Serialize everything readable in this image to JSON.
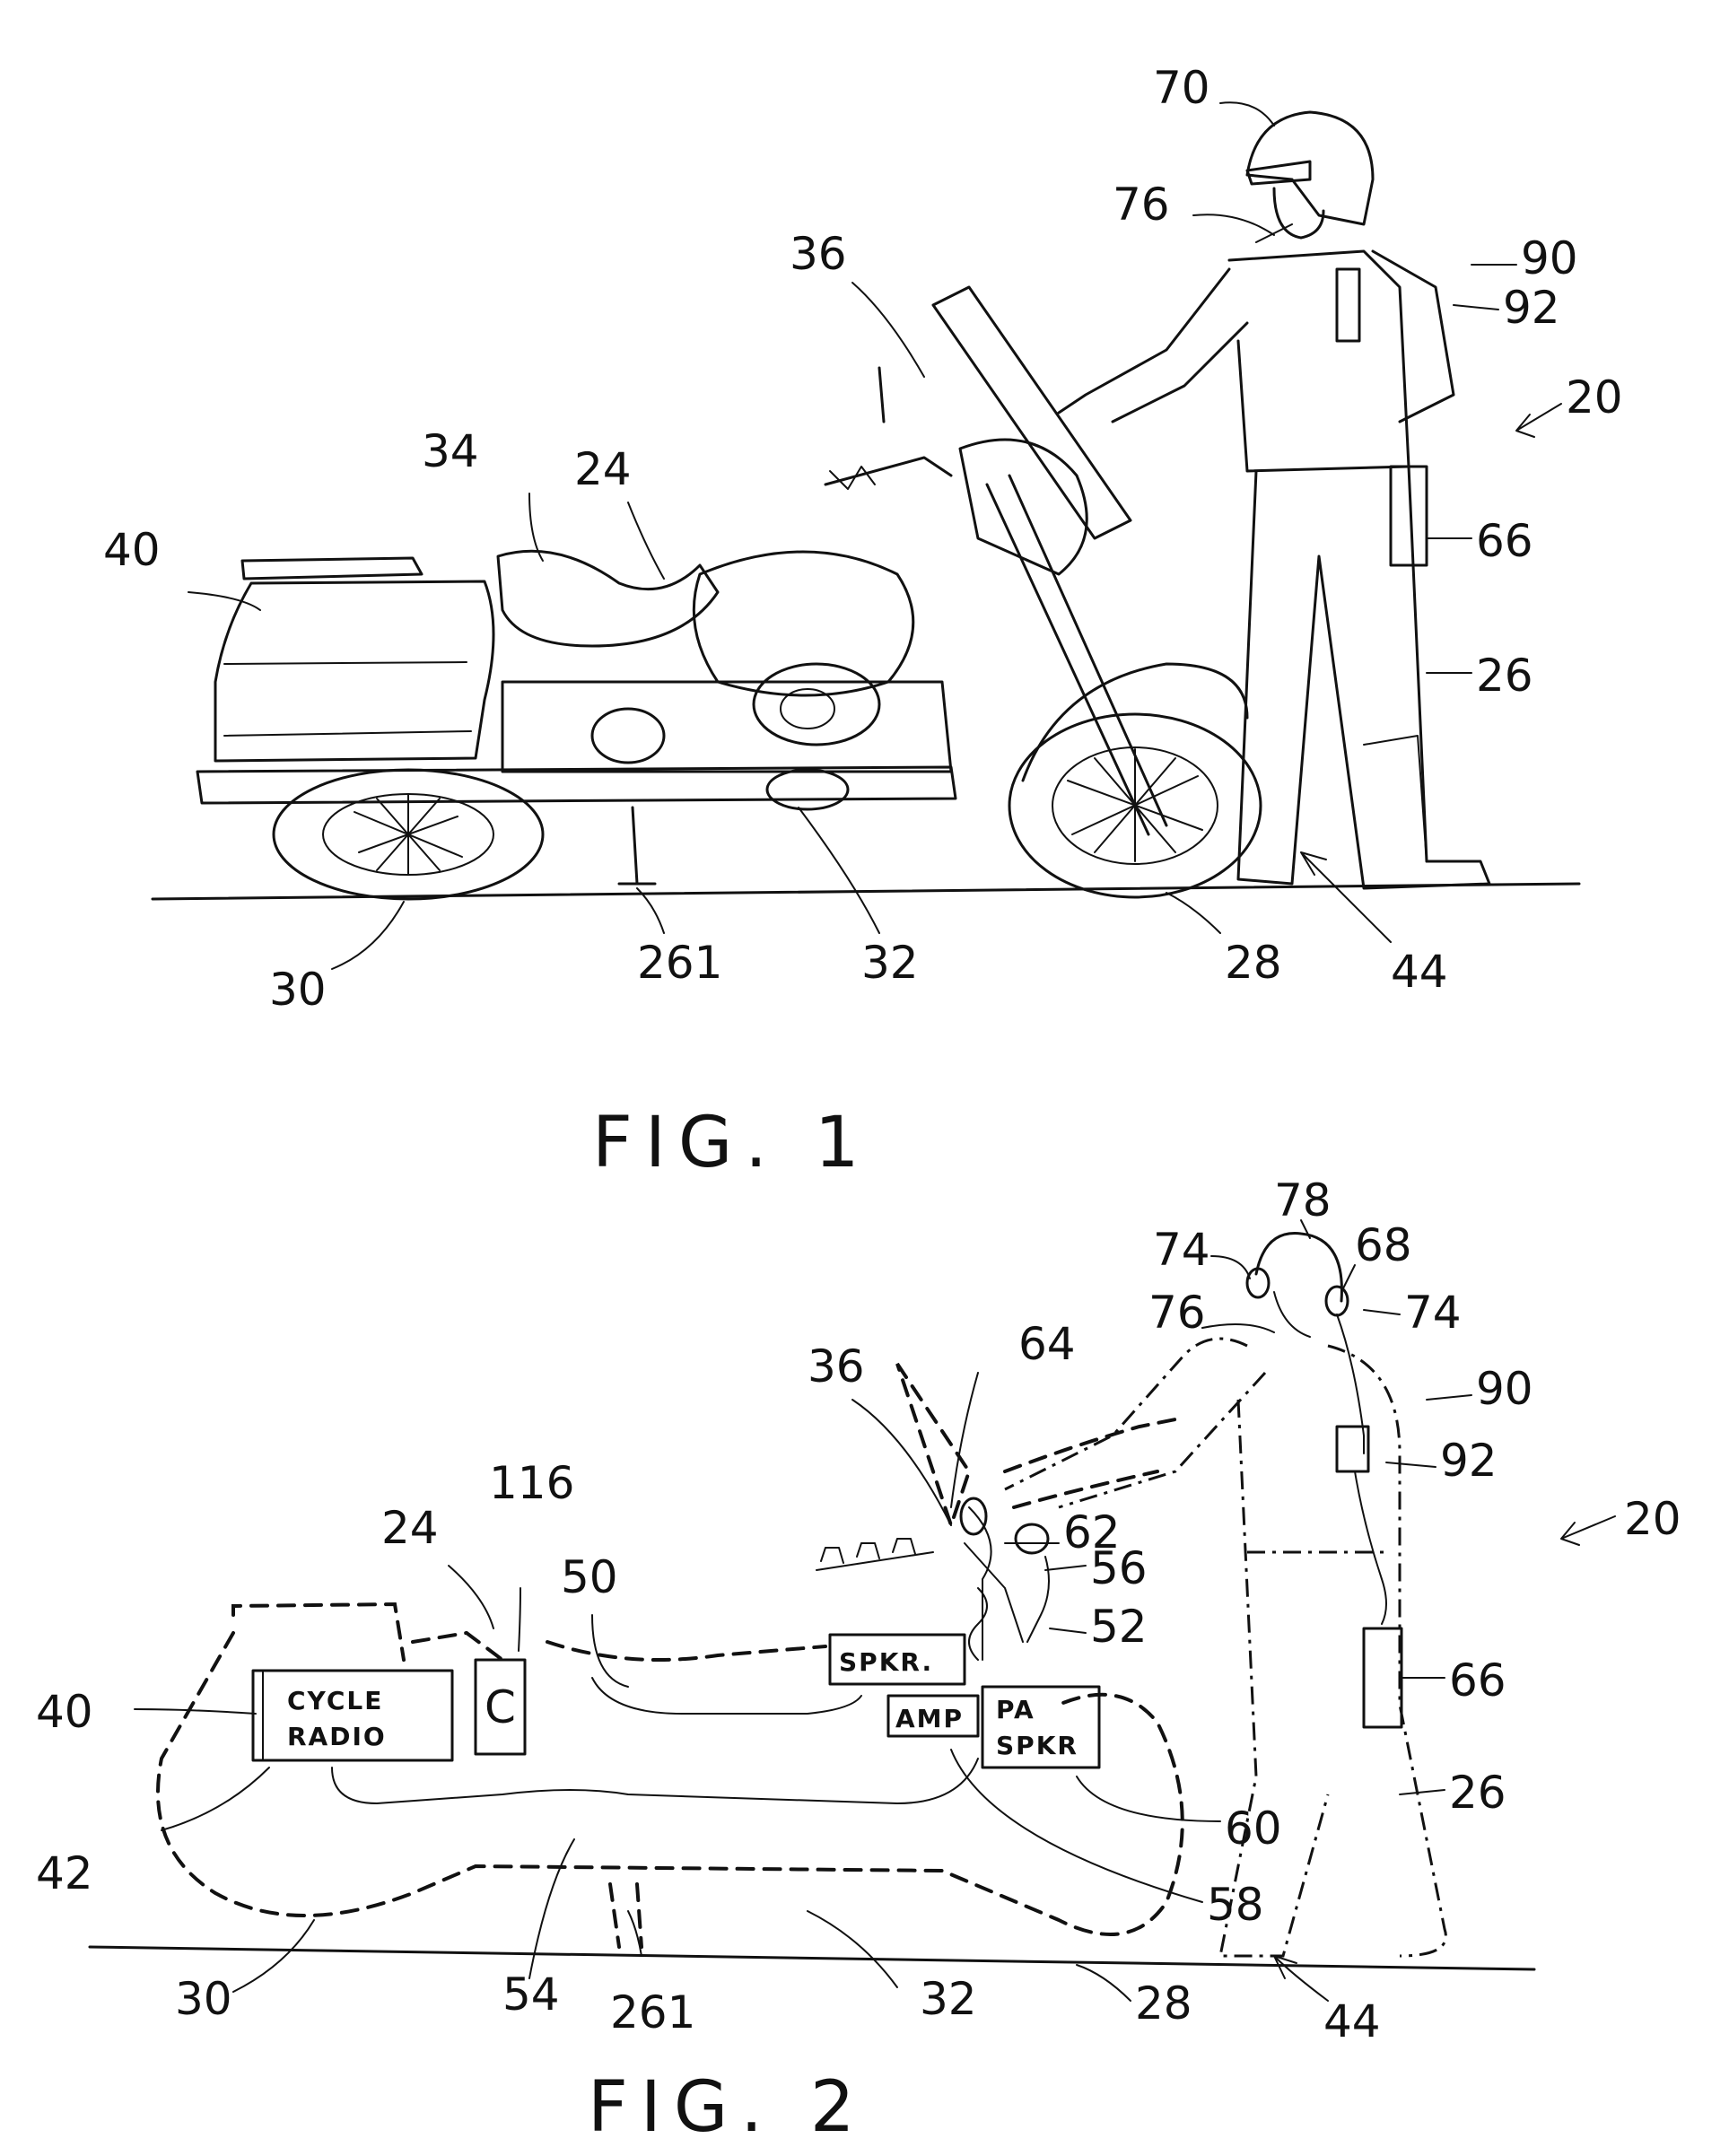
{
  "figures": [
    {
      "caption": "FIG. 1"
    },
    {
      "caption": "FIG. 2"
    }
  ],
  "fig1_refs": {
    "r70": "70",
    "r76": "76",
    "r36": "36",
    "r90": "90",
    "r92": "92",
    "r20": "20",
    "r34": "34",
    "r24": "24",
    "r40": "40",
    "r66": "66",
    "r26": "26",
    "r30": "30",
    "r261": "261",
    "r32": "32",
    "r28": "28",
    "r44": "44"
  },
  "fig2_refs": {
    "r78": "78",
    "r74a": "74",
    "r68": "68",
    "r76": "76",
    "r74b": "74",
    "r64": "64",
    "r36": "36",
    "r90": "90",
    "r92": "92",
    "r116": "116",
    "r24": "24",
    "r50": "50",
    "r62": "62",
    "r56": "56",
    "r52": "52",
    "r20": "20",
    "r40": "40",
    "r66": "66",
    "r26": "26",
    "r42": "42",
    "r60": "60",
    "r58": "58",
    "r30": "30",
    "r54": "54",
    "r261": "261",
    "r32": "32",
    "r28": "28",
    "r44": "44"
  },
  "fig2_boxes": {
    "cycle_radio_line1": "CYCLE",
    "cycle_radio_line2": "RADIO",
    "c": "C",
    "spkr": "SPKR.",
    "amp": "AMP",
    "pa_spkr_line1": "PA",
    "pa_spkr_line2": "SPKR"
  }
}
